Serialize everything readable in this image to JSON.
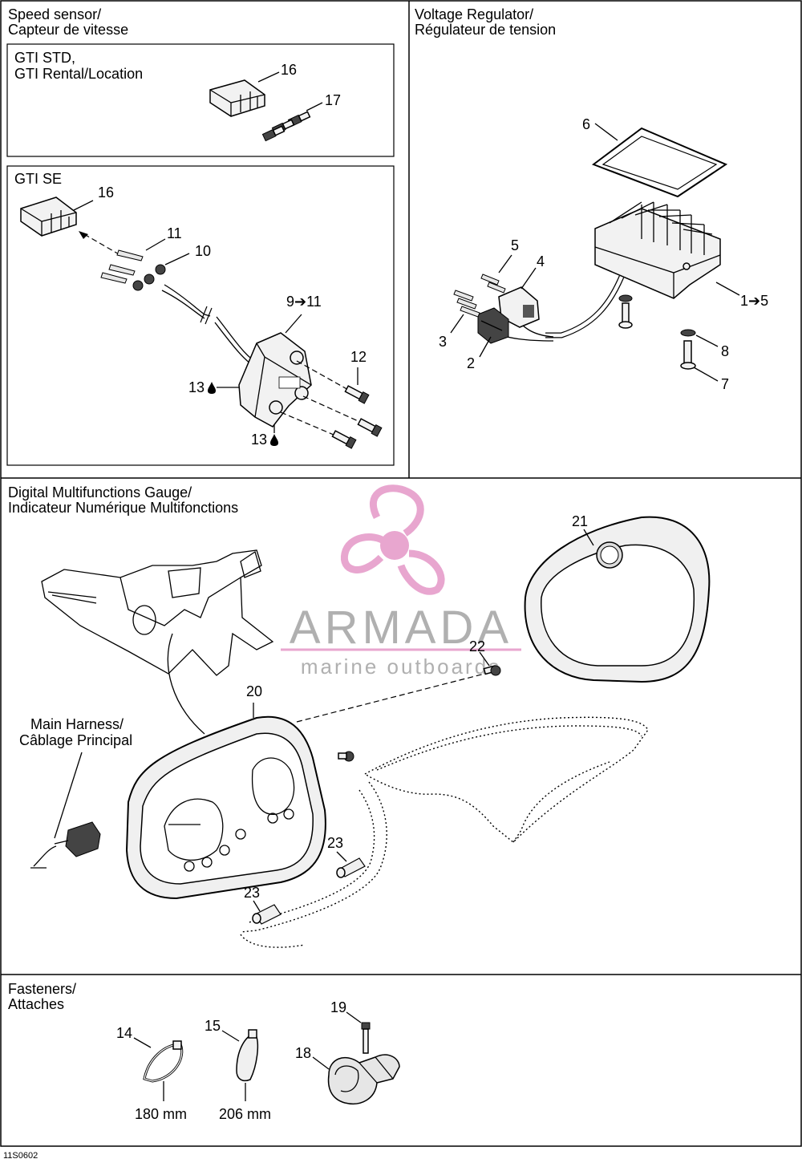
{
  "sections": {
    "speed_sensor": {
      "title_line1": "Speed sensor/",
      "title_line2": "Capteur de vitesse"
    },
    "gti_std": {
      "title_line1": "GTI STD,",
      "title_line2": "GTI Rental/Location"
    },
    "gti_se": {
      "title": "GTI SE"
    },
    "voltage_regulator": {
      "title_line1": "Voltage Regulator/",
      "title_line2": "Régulateur de tension"
    },
    "gauge": {
      "title_line1": "Digital Multifunctions Gauge/",
      "title_line2": "Indicateur Numérique Multifonctions"
    },
    "fasteners": {
      "title_line1": "Fasteners/",
      "title_line2": "Attaches"
    }
  },
  "callouts": {
    "c16a": "16",
    "c17": "17",
    "c16b": "16",
    "c11": "11",
    "c10": "10",
    "c9_11": "9➔11",
    "c12": "12",
    "c13a": "13",
    "c13b": "13",
    "c6": "6",
    "c5": "5",
    "c4": "4",
    "c3": "3",
    "c2": "2",
    "c1_5": "1➔5",
    "c8": "8",
    "c7": "7",
    "c21": "21",
    "c22": "22",
    "c20": "20",
    "c23a": "23",
    "c23b": "23",
    "c14": "14",
    "c15": "15",
    "c19": "19",
    "c18": "18"
  },
  "harness_label": {
    "line1": "Main Harness/",
    "line2": "Câblage Principal"
  },
  "dimensions": {
    "d14": "180 mm",
    "d15": "206 mm"
  },
  "watermark": {
    "brand": "ARMADA",
    "tagline": "marine outboards",
    "color": "#e8a6cf"
  },
  "figure_code": "11S0602"
}
